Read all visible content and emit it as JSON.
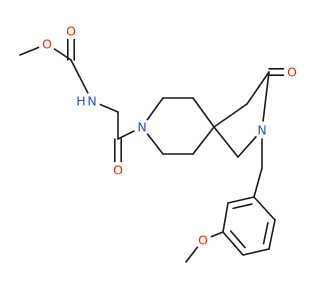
{
  "molecule": {
    "atoms": [
      {
        "id": "me1",
        "label": ""
      },
      {
        "id": "o_ester",
        "label": "O",
        "color": "#ee2200"
      },
      {
        "id": "c_carbamate",
        "label": ""
      },
      {
        "id": "o_carbonyl1",
        "label": "O",
        "color": "#ee2200"
      },
      {
        "id": "n_carbamate",
        "label": "N",
        "sub": "H",
        "color": "#2a4fd6"
      },
      {
        "id": "ch2_link",
        "label": ""
      },
      {
        "id": "c_amide",
        "label": ""
      },
      {
        "id": "o_amide",
        "label": "O",
        "color": "#ee2200"
      },
      {
        "id": "n_pip",
        "label": "N",
        "color": "#2a4fd6"
      },
      {
        "id": "c_pip_top_left",
        "label": ""
      },
      {
        "id": "c_pip_top_right",
        "label": ""
      },
      {
        "id": "c_spiro",
        "label": ""
      },
      {
        "id": "c_pip_bot_right",
        "label": ""
      },
      {
        "id": "c_pip_bot_left",
        "label": ""
      },
      {
        "id": "c_lactam_ch2",
        "label": ""
      },
      {
        "id": "c_lactam_co",
        "label": ""
      },
      {
        "id": "o_lactam",
        "label": "O",
        "color": "#ee2200"
      },
      {
        "id": "n_lactam",
        "label": "N",
        "color": "#2a4fd6"
      },
      {
        "id": "c_ring_ch2",
        "label": ""
      },
      {
        "id": "c_benzyl",
        "label": ""
      },
      {
        "id": "ar1",
        "label": ""
      },
      {
        "id": "ar2",
        "label": ""
      },
      {
        "id": "ar3",
        "label": ""
      },
      {
        "id": "ar4",
        "label": ""
      },
      {
        "id": "ar5",
        "label": ""
      },
      {
        "id": "ar6",
        "label": ""
      },
      {
        "id": "o_methoxy",
        "label": "O",
        "color": "#ee2200"
      },
      {
        "id": "me2",
        "label": ""
      }
    ],
    "bonds": [
      {
        "a": "me1",
        "b": "o_ester",
        "order": 1
      },
      {
        "a": "o_ester",
        "b": "c_carbamate",
        "order": 1
      },
      {
        "a": "c_carbamate",
        "b": "o_carbonyl1",
        "order": 2
      },
      {
        "a": "c_carbamate",
        "b": "n_carbamate",
        "order": 1
      },
      {
        "a": "n_carbamate",
        "b": "ch2_link",
        "order": 1
      },
      {
        "a": "ch2_link",
        "b": "c_amide",
        "order": 1
      },
      {
        "a": "c_amide",
        "b": "o_amide",
        "order": 2
      },
      {
        "a": "c_amide",
        "b": "n_pip",
        "order": 1
      },
      {
        "a": "n_pip",
        "b": "c_pip_top_left",
        "order": 1
      },
      {
        "a": "c_pip_top_left",
        "b": "c_pip_top_right",
        "order": 1
      },
      {
        "a": "c_pip_top_right",
        "b": "c_spiro",
        "order": 1
      },
      {
        "a": "c_spiro",
        "b": "c_pip_bot_right",
        "order": 1
      },
      {
        "a": "c_pip_bot_right",
        "b": "c_pip_bot_left",
        "order": 1
      },
      {
        "a": "c_pip_bot_left",
        "b": "n_pip",
        "order": 1
      },
      {
        "a": "c_spiro",
        "b": "c_lactam_ch2",
        "order": 1
      },
      {
        "a": "c_lactam_ch2",
        "b": "c_lactam_co",
        "order": 1
      },
      {
        "a": "c_lactam_co",
        "b": "o_lactam",
        "order": 2
      },
      {
        "a": "c_lactam_co",
        "b": "n_lactam",
        "order": 1
      },
      {
        "a": "n_lactam",
        "b": "c_ring_ch2",
        "order": 1
      },
      {
        "a": "c_ring_ch2",
        "b": "c_spiro",
        "order": 1
      },
      {
        "a": "n_lactam",
        "b": "c_benzyl",
        "order": 1
      },
      {
        "a": "c_benzyl",
        "b": "ar1",
        "order": 1
      },
      {
        "a": "ar1",
        "b": "ar2",
        "order": 2
      },
      {
        "a": "ar2",
        "b": "ar3",
        "order": 1
      },
      {
        "a": "ar3",
        "b": "ar4",
        "order": 2
      },
      {
        "a": "ar4",
        "b": "ar5",
        "order": 1
      },
      {
        "a": "ar5",
        "b": "ar6",
        "order": 2
      },
      {
        "a": "ar6",
        "b": "ar1",
        "order": 1
      },
      {
        "a": "ar3",
        "b": "o_methoxy",
        "order": 1
      },
      {
        "a": "o_methoxy",
        "b": "me2",
        "order": 1
      }
    ]
  }
}
